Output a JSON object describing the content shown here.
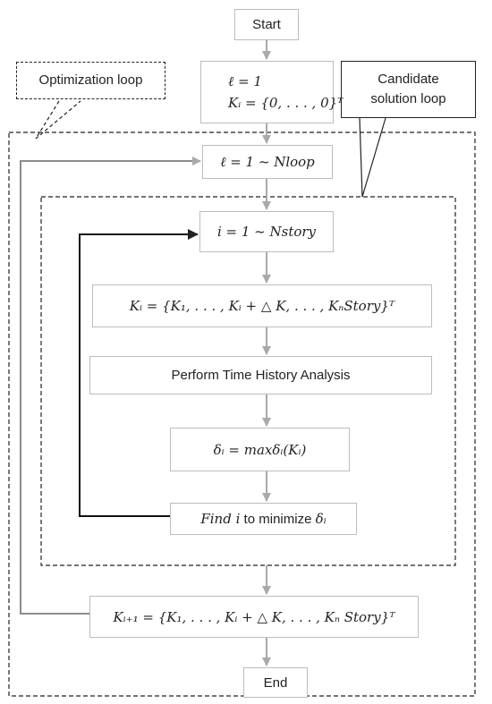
{
  "nodes": {
    "start": "Start",
    "init_line1": "ℓ = 1",
    "init_line2": "Kᵢ = {0, . . . , 0}ᵀ",
    "outer_loop": "ℓ = 1 ~ Nloop",
    "inner_loop": "i = 1 ~ Nstory",
    "update_k": "Kᵢ = {K₁, . . . , Kᵢ + △ K, . . . , KₙStory}ᵀ",
    "analysis": "Perform Time History Analysis",
    "delta": "δᵢ = maxδᵢ(Kᵢ)",
    "find_part1": "Find i",
    "find_part2": " to minimize ",
    "find_part3": "δᵢ",
    "next_k": "Kᵢ₊₁ = {K₁, . . . , Kᵢ + △ K, . . . , Kₙ Story}ᵀ",
    "end": "End"
  },
  "labels": {
    "optimization_loop": "Optimization loop",
    "candidate_loop_line1": "Candidate",
    "candidate_loop_line2": "solution loop"
  }
}
